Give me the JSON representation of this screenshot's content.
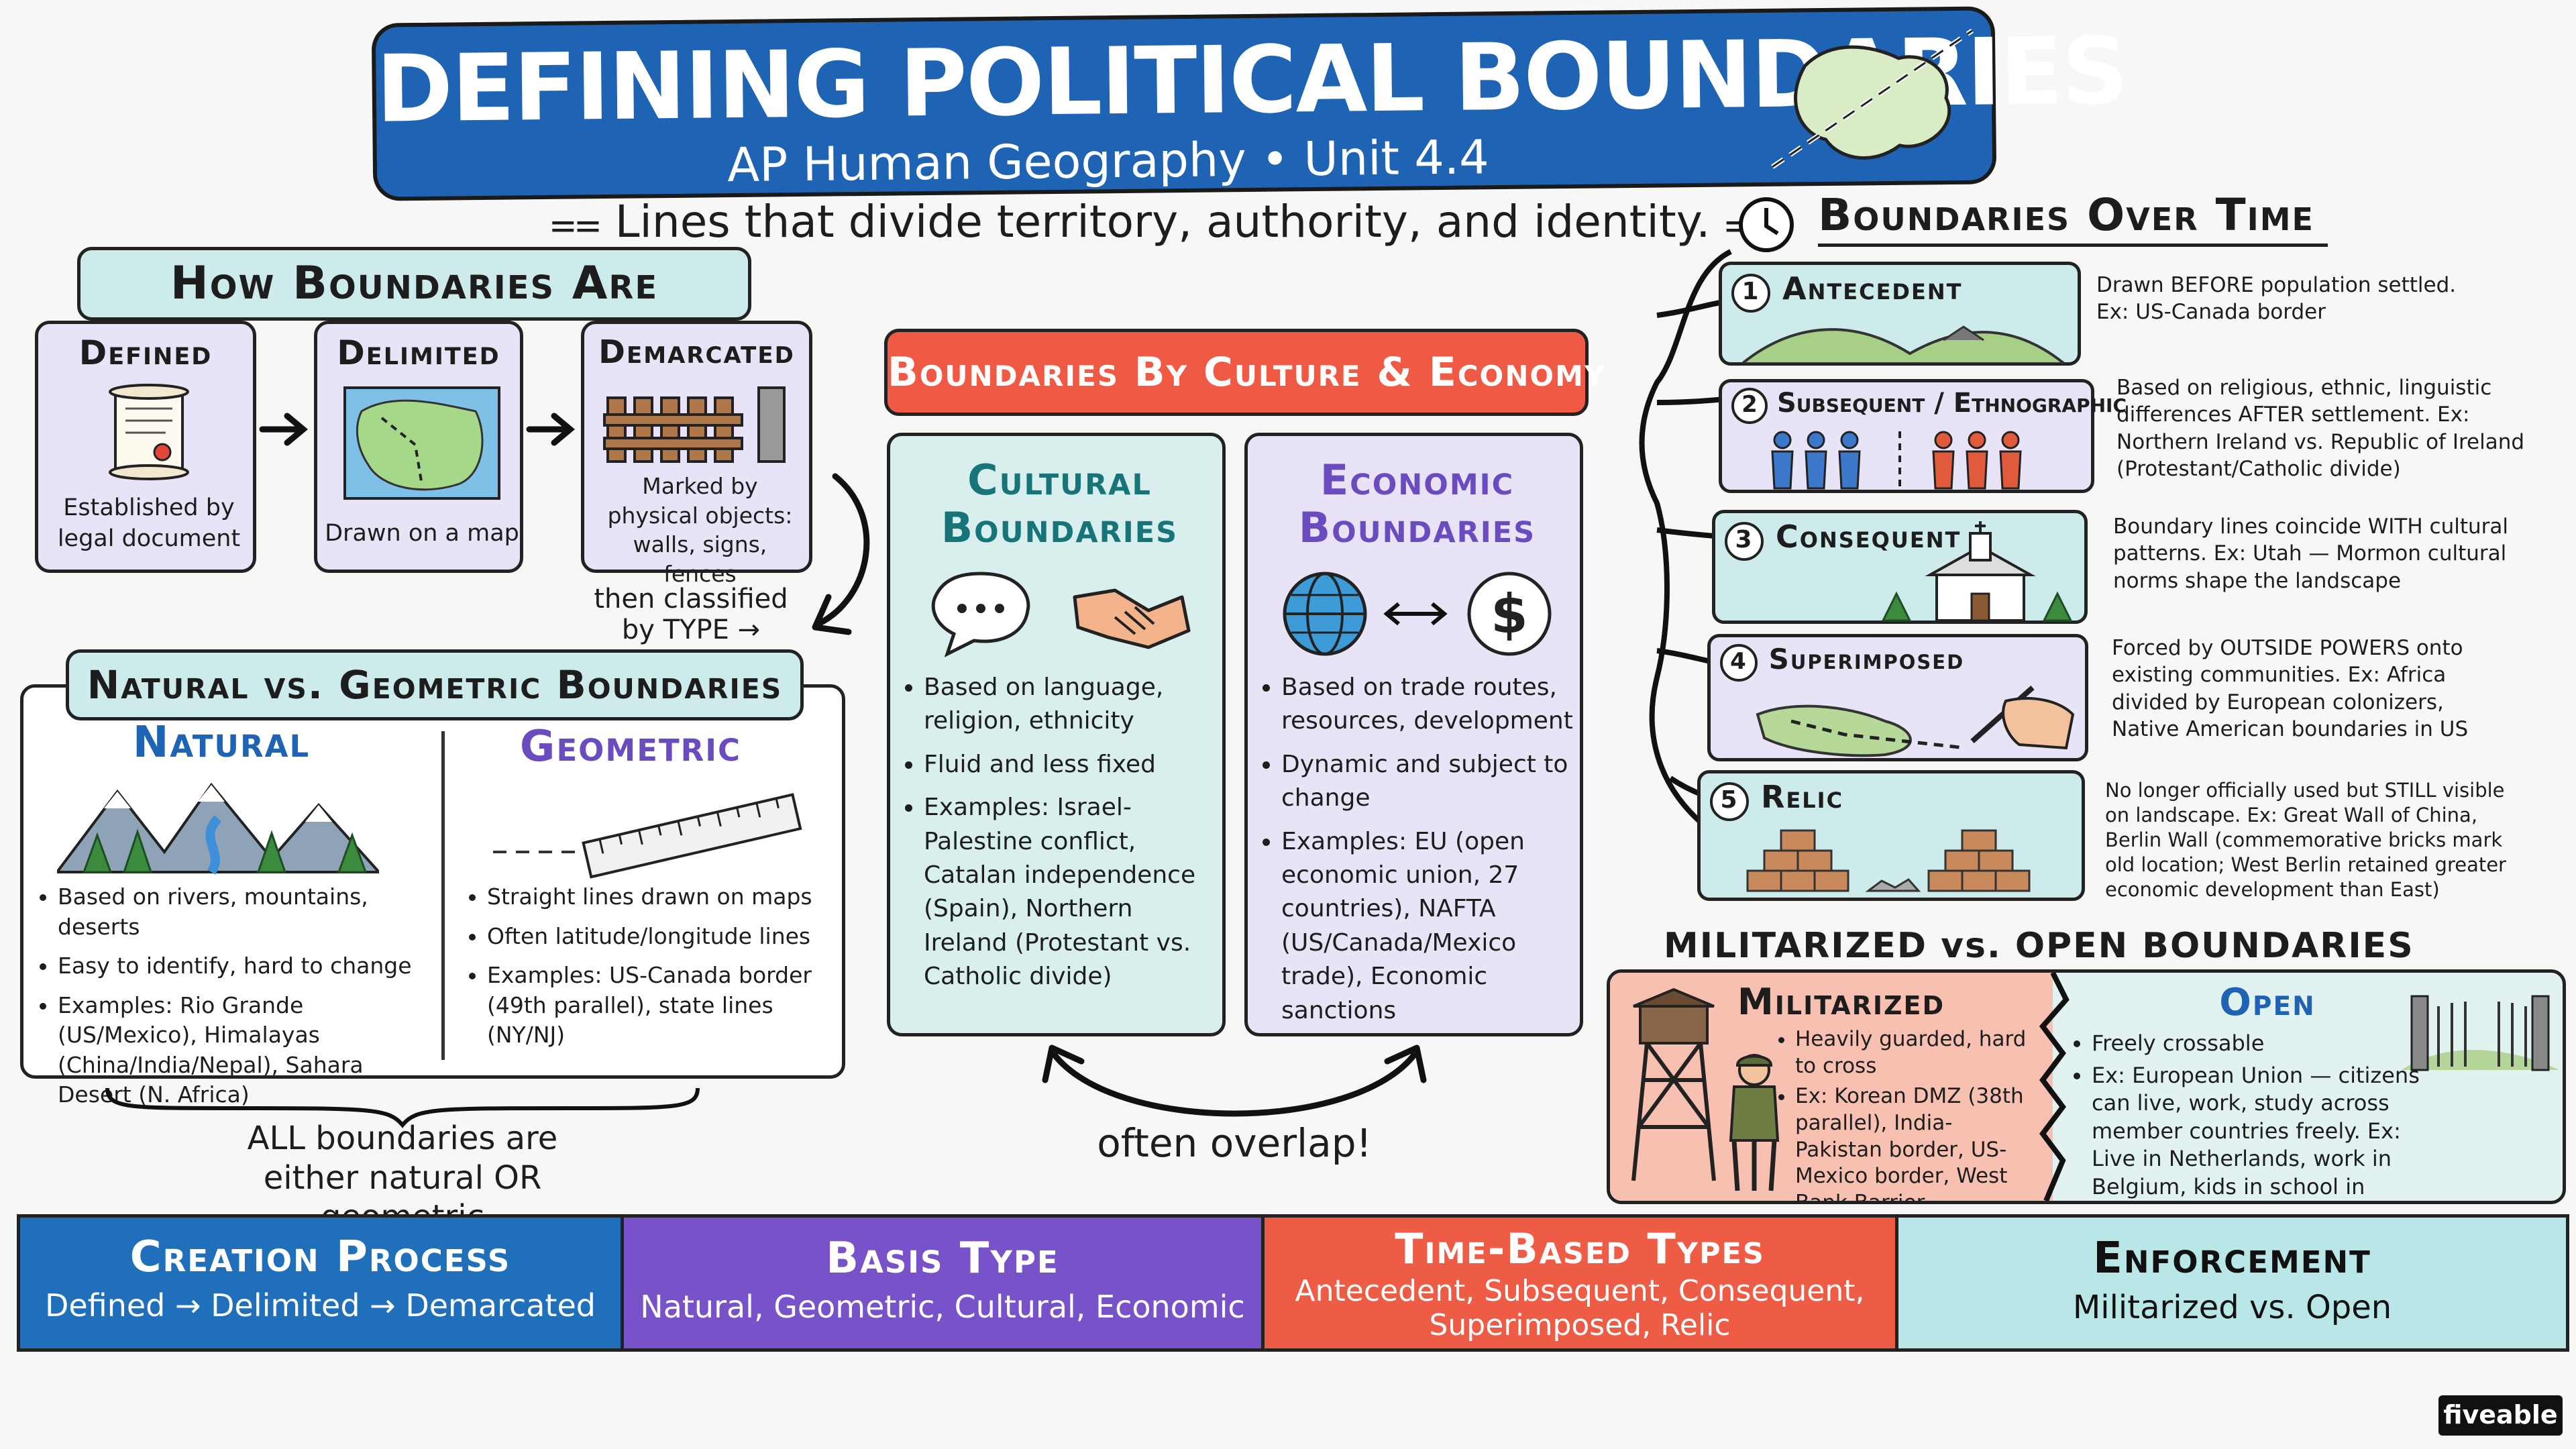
{
  "title": "DEFINING POLITICAL BOUNDARIES",
  "subtitle": "AP Human Geography • Unit 4.4",
  "tagline": "Lines that divide territory, authority, and identity.",
  "creation": {
    "heading": "How Boundaries Are Created",
    "steps": [
      {
        "label": "Defined",
        "desc": "Established by legal document"
      },
      {
        "label": "Delimited",
        "desc": "Drawn on a map"
      },
      {
        "label": "Demarcated",
        "desc": "Marked by physical objects: walls, signs, fences"
      }
    ],
    "then_note": "then classified by TYPE →"
  },
  "natgeo": {
    "heading": "Natural vs. Geometric Boundaries",
    "natural": {
      "title": "Natural",
      "bullets": [
        "Based on rivers, mountains, deserts",
        "Easy to identify, hard to change",
        "Examples: Rio Grande (US/Mexico), Himalayas (China/India/Nepal), Sahara Desert (N. Africa)"
      ]
    },
    "geometric": {
      "title": "Geometric",
      "bullets": [
        "Straight lines drawn on maps",
        "Often latitude/longitude lines",
        "Examples: US-Canada border (49th parallel), state lines (NY/NJ)"
      ]
    },
    "note": "ALL boundaries are either natural OR geometric"
  },
  "culture_economy": {
    "heading": "Boundaries By Culture & Economy",
    "cultural": {
      "title": "Cultural Boundaries",
      "bullets": [
        "Based on language, religion, ethnicity",
        "Fluid and less fixed",
        "Examples: Israel-Palestine conflict, Catalan independence (Spain), Northern Ireland (Protestant vs. Catholic divide)"
      ]
    },
    "economic": {
      "title": "Economic Boundaries",
      "bullets": [
        "Based on trade routes, resources, development",
        "Dynamic and subject to change",
        "Examples: EU (open economic union, 27 countries), NAFTA (US/Canada/Mexico trade), Economic sanctions"
      ]
    },
    "overlap_note": "often overlap!"
  },
  "time": {
    "heading": "Boundaries Over Time",
    "types": [
      {
        "num": "1",
        "name": "Antecedent",
        "desc": "Drawn BEFORE population settled. Ex: US-Canada border"
      },
      {
        "num": "2",
        "name": "Subsequent / Ethnographic",
        "desc": "Based on religious, ethnic, linguistic differences AFTER settlement. Ex: Northern Ireland vs. Republic of Ireland (Protestant/Catholic divide)"
      },
      {
        "num": "3",
        "name": "Consequent",
        "desc": "Boundary lines coincide WITH cultural patterns. Ex: Utah — Mormon cultural norms shape the landscape"
      },
      {
        "num": "4",
        "name": "Superimposed",
        "desc": "Forced by OUTSIDE POWERS onto existing communities. Ex: Africa divided by European colonizers, Native American boundaries in US"
      },
      {
        "num": "5",
        "name": "Relic",
        "desc": "No longer officially used but STILL visible on landscape. Ex: Great Wall of China, Berlin Wall (commemorative bricks mark old location; West Berlin retained greater economic development than East)"
      }
    ]
  },
  "milopen": {
    "heading": "MILITARIZED vs. OPEN BOUNDARIES",
    "militarized": {
      "title": "Militarized",
      "bullets": [
        "Heavily guarded, hard to cross",
        "Ex: Korean DMZ (38th parallel), India-Pakistan border, US-Mexico border, West Bank Barrier"
      ]
    },
    "open": {
      "title": "Open",
      "bullets": [
        "Freely crossable",
        "Ex: European Union — citizens can live, work, study across member countries freely. Ex: Live in Netherlands, work in Belgium, kids in school in Germany"
      ]
    }
  },
  "summary": [
    {
      "title": "Creation Process",
      "desc": "Defined → Delimited → Demarcated",
      "color": "#1f6fba"
    },
    {
      "title": "Basis Type",
      "desc": "Natural, Geometric, Cultural, Economic",
      "color": "#7752c9"
    },
    {
      "title": "Time-Based Types",
      "desc": "Antecedent, Subsequent, Consequent, Superimposed, Relic",
      "color": "#ef5c45"
    },
    {
      "title": "Enforcement",
      "desc": "Militarized vs. Open",
      "color": "#b9e6e6"
    }
  ],
  "brand": "fiveable",
  "colors": {
    "title_blue": "#1f63b5",
    "teal": "#cdebea",
    "lavender": "#e8e3f6",
    "coral": "#f05a44",
    "purple": "#6a4bc0",
    "dark_teal": "#17757a"
  },
  "icons": [
    "scroll-icon",
    "map-icon",
    "fence-icon",
    "mountains-icon",
    "ruler-icon",
    "speech-bubble-icon",
    "handshake-icon",
    "globe-icon",
    "dollar-icon",
    "clock-icon",
    "church-icon",
    "pen-hand-icon",
    "brick-wall-icon",
    "watchtower-icon",
    "soldier-icon",
    "gate-icon"
  ]
}
